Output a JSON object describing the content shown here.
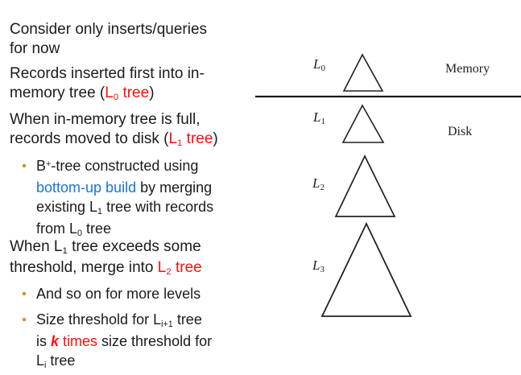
{
  "colors": {
    "text": "#1b1b1b",
    "red": "#ff0e0d",
    "blue": "#1b74d3",
    "bullet": "#e08a30",
    "divider": "#1a1a1a"
  },
  "content": {
    "paragraphs": [
      {
        "level": 0,
        "segments": [
          {
            "t": "Consider only inserts/queries\nfor now"
          }
        ]
      },
      {
        "level": 0,
        "segments": [
          {
            "t": "Records inserted first into in-\nmemory tree ("
          },
          {
            "t": "L",
            "s": "r"
          },
          {
            "t": "0",
            "s": "rsub"
          },
          {
            "t": " tree",
            "s": "r"
          },
          {
            "t": ")"
          }
        ]
      },
      {
        "level": 0,
        "segments": [
          {
            "t": "When in-memory tree is full,\nrecords moved to disk ("
          },
          {
            "t": "L",
            "s": "r"
          },
          {
            "t": "1",
            "s": "rsub"
          },
          {
            "t": " tree",
            "s": "r"
          },
          {
            "t": ")"
          }
        ]
      },
      {
        "level": 1,
        "segments": [
          {
            "t": "B"
          },
          {
            "t": "+",
            "s": "sup"
          },
          {
            "t": "-tree constructed using\n"
          },
          {
            "t": "bottom-up build",
            "s": "b"
          },
          {
            "t": " by merging\nexisting L"
          },
          {
            "t": "1",
            "s": "sub"
          },
          {
            "t": " tree with records\nfrom L"
          },
          {
            "t": "0",
            "s": "sub"
          },
          {
            "t": " tree"
          }
        ]
      },
      {
        "level": 0,
        "segments": [
          {
            "t": "When L"
          },
          {
            "t": "1",
            "s": "sub"
          },
          {
            "t": " tree exceeds some\nthreshold, merge into "
          },
          {
            "t": "L",
            "s": "r"
          },
          {
            "t": "2",
            "s": "rsub"
          },
          {
            "t": " tree",
            "s": "r"
          }
        ]
      },
      {
        "level": 1,
        "segments": [
          {
            "t": "And so on for more levels"
          }
        ]
      },
      {
        "level": 1,
        "segments": [
          {
            "t": "Size threshold for L"
          },
          {
            "t": "i+1",
            "s": "sub"
          },
          {
            "t": " tree\nis "
          },
          {
            "t": "k",
            "s": "ri"
          },
          {
            "t": " times",
            "s": "r"
          },
          {
            "t": " size threshold for\nL"
          },
          {
            "t": "i",
            "s": "sub"
          },
          {
            "t": " tree"
          }
        ]
      }
    ]
  },
  "diagram": {
    "levels": [
      {
        "name": "L",
        "sub": "0"
      },
      {
        "name": "L",
        "sub": "1"
      },
      {
        "name": "L",
        "sub": "2"
      },
      {
        "name": "L",
        "sub": "3"
      }
    ],
    "memory_label": "Memory",
    "disk_label": "Disk"
  }
}
